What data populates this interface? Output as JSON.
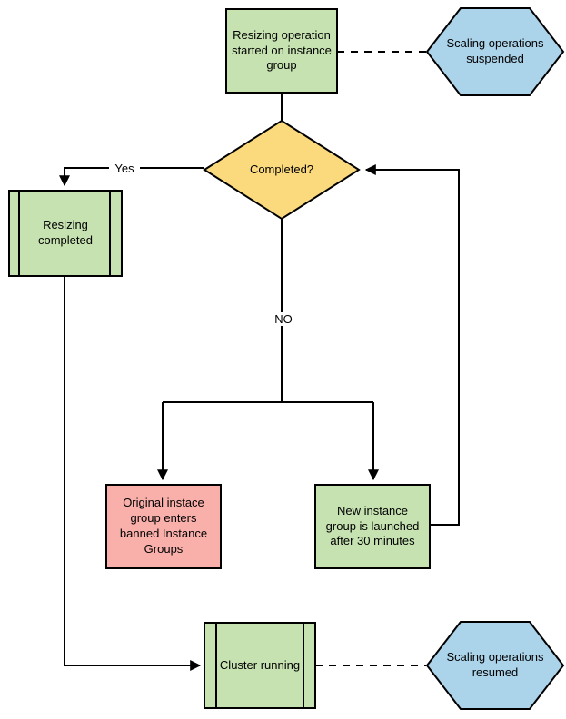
{
  "diagram": {
    "type": "flowchart",
    "colors": {
      "green": "#c5e2b0",
      "blue": "#abd3ea",
      "yellow": "#fbd97d",
      "red": "#f9b0ab",
      "stroke": "#000000",
      "text": "#000000"
    },
    "nodes": {
      "start": {
        "shape": "process",
        "label": "Resizing operation started on instance group"
      },
      "suspended": {
        "shape": "hexagon",
        "label": "Scaling operations suspended"
      },
      "completed": {
        "shape": "decision",
        "label": "Completed?"
      },
      "resizing_completed": {
        "shape": "predefined-process",
        "label": "Resizing completed"
      },
      "banned": {
        "shape": "process",
        "label": "Original instace group enters banned Instance Groups"
      },
      "new_group": {
        "shape": "process",
        "label": "New instance group is launched after 30 minutes"
      },
      "cluster": {
        "shape": "predefined-process",
        "label": "Cluster running"
      },
      "resumed": {
        "shape": "hexagon",
        "label": "Scaling operations resumed"
      }
    },
    "edge_labels": {
      "yes": "Yes",
      "no": "NO"
    }
  }
}
